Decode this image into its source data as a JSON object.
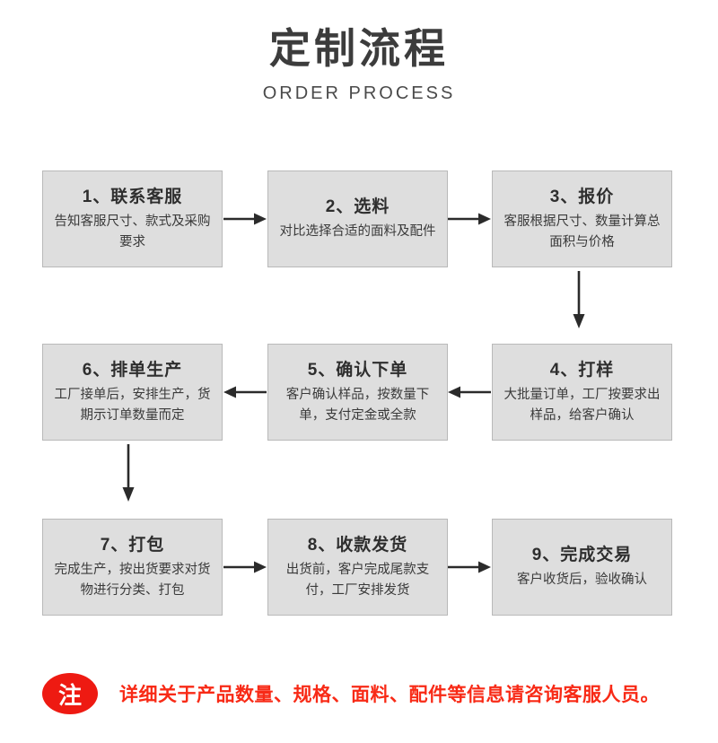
{
  "header": {
    "title_cn": "定制流程",
    "title_en": "ORDER PROCESS"
  },
  "flow": {
    "rows": [
      {
        "direction": "left-to-right",
        "steps": [
          {
            "title": "1、联系客服",
            "desc": "告知客服尺寸、款式及采购要求"
          },
          {
            "title": "2、选料",
            "desc": "对比选择合适的面料及配件"
          },
          {
            "title": "3、报价",
            "desc": "客服根据尺寸、数量计算总面积与价格"
          }
        ]
      },
      {
        "direction": "right-to-left",
        "steps": [
          {
            "title": "6、排单生产",
            "desc": "工厂接单后，安排生产，货期示订单数量而定"
          },
          {
            "title": "5、确认下单",
            "desc": "客户确认样品，按数量下单，支付定金或全款"
          },
          {
            "title": "4、打样",
            "desc": "大批量订单，工厂按要求出样品，给客户确认"
          }
        ]
      },
      {
        "direction": "left-to-right",
        "steps": [
          {
            "title": "7、打包",
            "desc": "完成生产，按出货要求对货物进行分类、打包"
          },
          {
            "title": "8、收款发货",
            "desc": "出货前，客户完成尾款支付，工厂安排发货"
          },
          {
            "title": "9、完成交易",
            "desc": "客户收货后，验收确认"
          }
        ]
      }
    ]
  },
  "note": {
    "badge": "注",
    "text": "详细关于产品数量、规格、面料、配件等信息请咨询客服人员。"
  },
  "colors": {
    "box_fill": "#dedede",
    "box_border": "#b9b9b9",
    "text_dark": "#2e2e2e",
    "note_red": "#f82a16",
    "badge_red": "#ee1a12"
  }
}
